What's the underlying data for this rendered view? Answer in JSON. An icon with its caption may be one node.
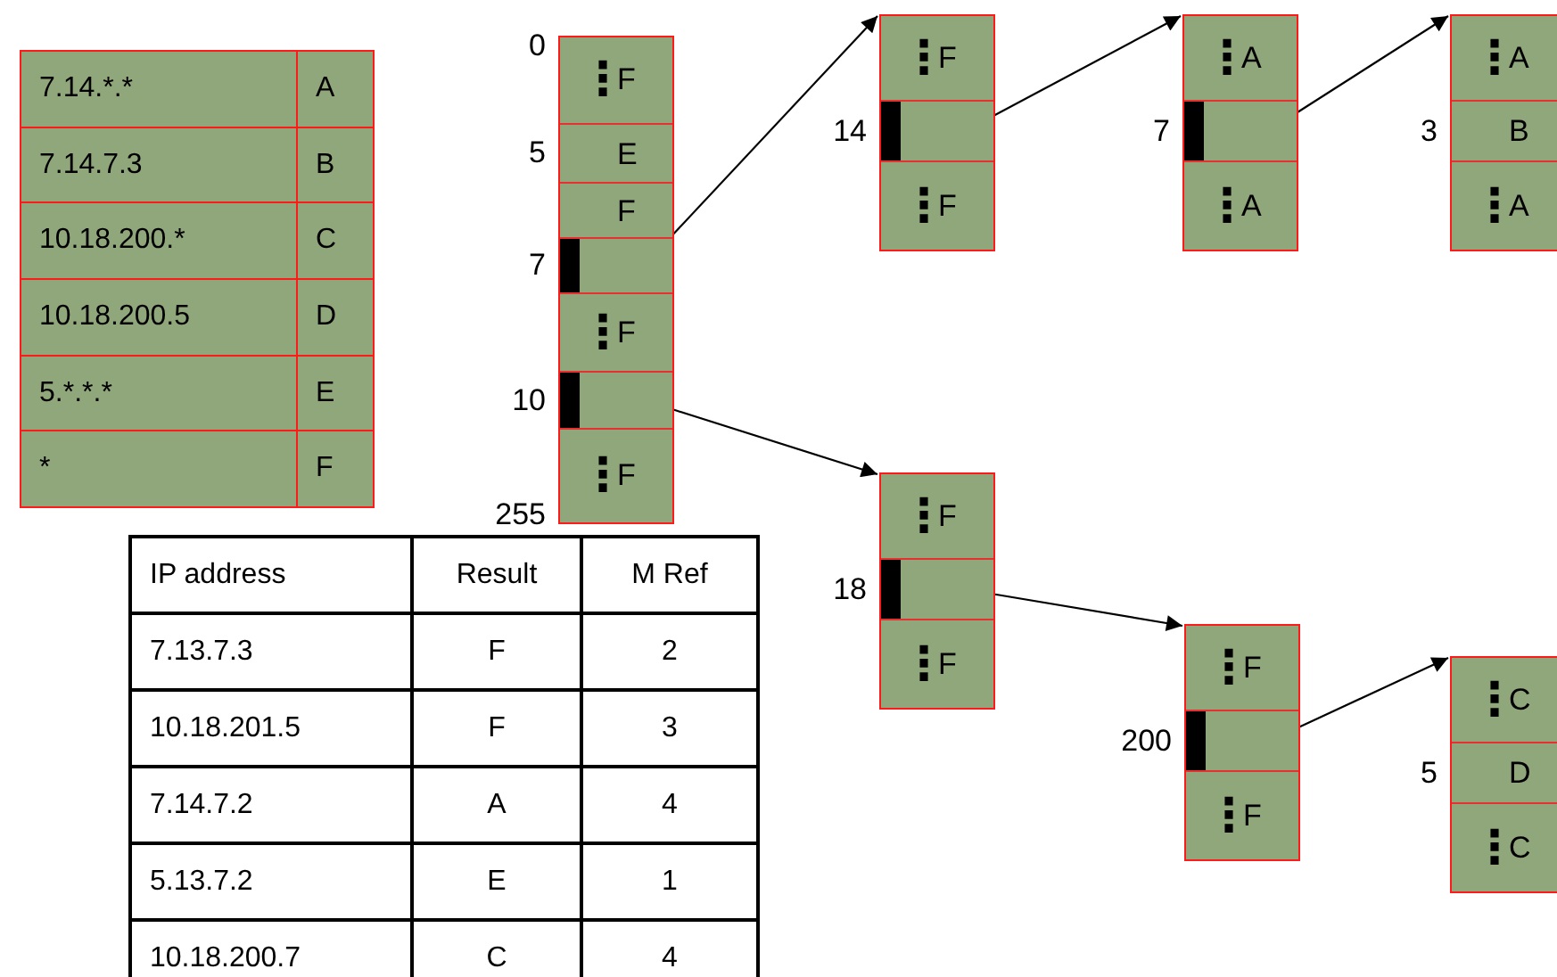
{
  "diagram": {
    "nodes": [
      {
        "text": [],
        "shape": "box"
      },
      {
        "text": [
          "⋮",
          "F"
        ],
        "in": 0,
        "beside": [
          "0"
        ]
      },
      {
        "text": [
          "E"
        ],
        "in": 0,
        "beside": [
          "5"
        ]
      },
      {
        "text": [
          "F"
        ],
        "in": 0
      },
      {
        "text": [],
        "shape": "box",
        "in": 0,
        "beside": [
          "7"
        ]
      },
      {
        "text": [
          "⋮",
          "F"
        ],
        "in": 0
      },
      {
        "text": [],
        "shape": "box",
        "in": 0,
        "beside": [
          "10"
        ]
      },
      {
        "text": [
          "⋮",
          "F"
        ],
        "in": 0,
        "beside": [
          "255"
        ]
      },
      {
        "text": [],
        "shape": "box"
      },
      {
        "text": [
          "⋮",
          "F"
        ],
        "in": 8
      },
      {
        "text": [],
        "shape": "box",
        "in": 8,
        "beside": [
          "14"
        ]
      },
      {
        "text": [
          "⋮",
          "F"
        ],
        "in": 8
      },
      {
        "text": [],
        "shape": "box"
      },
      {
        "text": [
          "⋮",
          "A"
        ],
        "in": 12
      },
      {
        "text": [],
        "shape": "box",
        "in": 12,
        "beside": [
          "7"
        ]
      },
      {
        "text": [
          "⋮",
          "A"
        ],
        "in": 12
      },
      {
        "text": [],
        "shape": "box"
      },
      {
        "text": [
          "⋮",
          "A"
        ],
        "in": 16
      },
      {
        "text": [
          "B"
        ],
        "in": 16,
        "beside": [
          "3"
        ]
      },
      {
        "text": [
          "⋮",
          "A"
        ],
        "in": 16
      },
      {
        "text": [],
        "shape": "box"
      },
      {
        "text": [
          "⋮",
          "F"
        ],
        "in": 20
      },
      {
        "text": [],
        "shape": "box",
        "in": 20,
        "beside": [
          "18"
        ]
      },
      {
        "text": [
          "⋮",
          "F"
        ],
        "in": 20
      },
      {
        "text": [],
        "shape": "box"
      },
      {
        "text": [
          "⋮",
          "F"
        ],
        "in": 24
      },
      {
        "text": [],
        "shape": "box",
        "in": 24,
        "beside": [
          "200"
        ]
      },
      {
        "text": [
          "⋮",
          "F"
        ],
        "in": 24
      },
      {
        "text": [],
        "shape": "box"
      },
      {
        "text": [
          "⋮",
          "C"
        ],
        "in": 28
      },
      {
        "text": [
          "D"
        ],
        "in": 28,
        "beside": [
          "5"
        ]
      },
      {
        "text": [
          "⋮",
          "C"
        ],
        "in": 28
      }
    ],
    "edges": [
      {
        "from": 4,
        "to": 8,
        "arrow": "to"
      },
      {
        "from": 6,
        "to": 20,
        "arrow": "to"
      },
      {
        "from": 10,
        "to": 12,
        "arrow": "to"
      },
      {
        "from": 14,
        "to": 16,
        "arrow": "to"
      },
      {
        "from": 22,
        "to": 24,
        "arrow": "to"
      },
      {
        "from": 26,
        "to": 28,
        "arrow": "to"
      }
    ],
    "labels": [
      "7.14.*.*",
      "A",
      "7.14.7.3",
      "B",
      "10.18.200.*",
      "C",
      "10.18.200.5",
      "D",
      "5.*.*.*",
      "E",
      "*",
      "F",
      "IP address",
      "Result",
      "M Ref",
      "7.13.7.3",
      "F",
      "2",
      "10.18.201.5",
      "F",
      "3",
      "7.14.7.2",
      "A",
      "4",
      "5.13.7.2",
      "E",
      "1",
      "10.18.200.7",
      "C",
      "4"
    ]
  }
}
